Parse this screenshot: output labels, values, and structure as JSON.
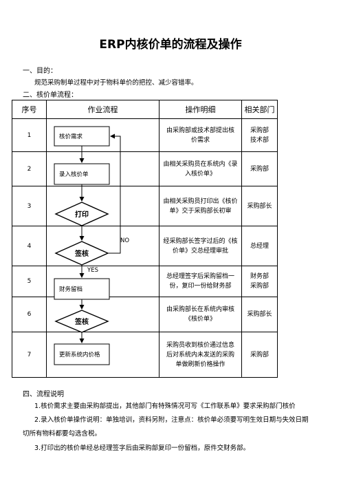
{
  "title": "ERP内核价单的流程及操作",
  "section1": {
    "heading": "一、目的：",
    "text": "规范采购制单过程中对于物料单价的把控、减少容错率。"
  },
  "section2": {
    "heading": "二、核价单流程："
  },
  "table": {
    "headers": [
      "序号",
      "作业流程",
      "操作明细",
      "相关部门"
    ],
    "rows": [
      {
        "num": "1",
        "detail": [
          "由采购部或技术部提出核",
          "价需求"
        ],
        "dept": [
          "采购部",
          "技术部"
        ]
      },
      {
        "num": "2",
        "detail": [
          "由相关采购员在系统内《录",
          "入核价单》"
        ],
        "dept": [
          "采购部"
        ]
      },
      {
        "num": "3",
        "detail": [
          "由相关采购员打印出《核价",
          "单》交于采购部长初审"
        ],
        "dept": [
          "采购部长"
        ]
      },
      {
        "num": "4",
        "detail": [
          "经采购部长签字过后的《核",
          "价单》交总经理审批"
        ],
        "dept": [
          "总经理"
        ]
      },
      {
        "num": "5",
        "detail": [
          "总经理签字后采购留档一",
          "份，复印一份给财务部"
        ],
        "dept": [
          "财务部",
          "采购部"
        ]
      },
      {
        "num": "6",
        "detail": [
          "由采购部长在系统内审核",
          "《核价单》"
        ],
        "dept": [
          "采购部长"
        ]
      },
      {
        "num": "7",
        "detail": [
          "采购员收到核价通过信息",
          "后对系统内未发送的采购",
          "单做刷新价格操作"
        ],
        "dept": [
          "采购部"
        ]
      }
    ]
  },
  "flow": {
    "step1": "核价需求",
    "step2": "录入核价单",
    "step3": "打印",
    "step4": "签核",
    "step5": "财务留档",
    "step6": "签核",
    "step7": "更新系统内价格",
    "no_label": "NO",
    "yes_label": "YES"
  },
  "section4": {
    "heading": "四、流程说明",
    "items": [
      "1.核价需求主要由采购部提出，其他部门有特殊情况可写《工作联系单》要求采购部门核价",
      "2.录入核价单操作说明：单独培训，资料另附，注意点：核价单必须要写明生效日期与失效日期",
      "切所有物料都要勾选含税。",
      "3.打印出的核价单经总经理签字后由采购部复印一份留档，原件交财务部。"
    ]
  }
}
